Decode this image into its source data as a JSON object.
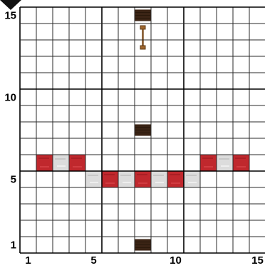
{
  "grid": {
    "columns": 15,
    "rows": 15,
    "line_color": "#2a2a2a",
    "major_line_color": "#000000",
    "cell_color": "#ffffff"
  },
  "x_axis": {
    "tick_labels": [
      {
        "col": 1,
        "text": "1"
      },
      {
        "col": 5,
        "text": "5"
      },
      {
        "col": 10,
        "text": "10"
      },
      {
        "col": 15,
        "text": "15"
      }
    ]
  },
  "y_axis": {
    "tick_labels": [
      {
        "row": 15,
        "text": "15"
      },
      {
        "row": 10,
        "text": "10"
      },
      {
        "row": 5,
        "text": "5"
      },
      {
        "row": 1,
        "text": "1"
      }
    ]
  },
  "palette": {
    "red_wool": "#c0282d",
    "white_wool": "#dcdcdc",
    "dark_oak": "#3b2415",
    "lever_wood": "#a0672e",
    "corner_marker": "#111111"
  },
  "blocks": [
    {
      "col": 8,
      "row": 15,
      "kind": "dark_oak"
    },
    {
      "col": 8,
      "row": 8,
      "kind": "dark_oak"
    },
    {
      "col": 8,
      "row": 1,
      "kind": "dark_oak"
    },
    {
      "col": 8,
      "row": 14,
      "kind": "lever"
    },
    {
      "col": 2,
      "row": 6,
      "kind": "red_wool"
    },
    {
      "col": 3,
      "row": 6,
      "kind": "white_wool"
    },
    {
      "col": 4,
      "row": 6,
      "kind": "red_wool"
    },
    {
      "col": 12,
      "row": 6,
      "kind": "red_wool"
    },
    {
      "col": 13,
      "row": 6,
      "kind": "white_wool"
    },
    {
      "col": 14,
      "row": 6,
      "kind": "red_wool"
    },
    {
      "col": 5,
      "row": 5,
      "kind": "white_wool"
    },
    {
      "col": 6,
      "row": 5,
      "kind": "red_wool"
    },
    {
      "col": 7,
      "row": 5,
      "kind": "white_wool"
    },
    {
      "col": 8,
      "row": 5,
      "kind": "red_wool"
    },
    {
      "col": 9,
      "row": 5,
      "kind": "white_wool"
    },
    {
      "col": 10,
      "row": 5,
      "kind": "red_wool"
    },
    {
      "col": 11,
      "row": 5,
      "kind": "white_wool"
    }
  ]
}
